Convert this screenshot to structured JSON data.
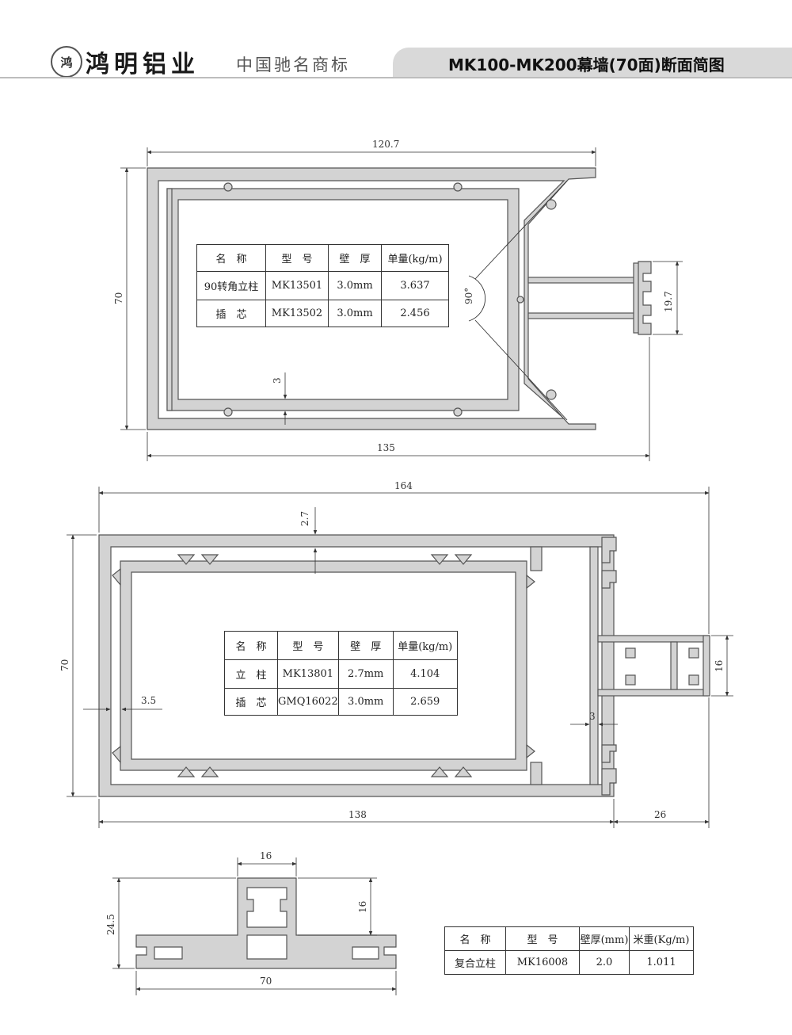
{
  "header": {
    "logo_glyph": "鸿",
    "brand_name": "鸿明铝业",
    "slogan": "中国驰名商标",
    "title": "MK100-MK200幕墙(70面)断面简图"
  },
  "colors": {
    "profile_fill": "#d3d3d3",
    "profile_stroke": "#555555",
    "dim_line": "#333333",
    "title_tab": "#d9d9d9"
  },
  "section1": {
    "dims": {
      "top_width": "120.7",
      "bottom_width": "135",
      "height": "70",
      "tongue_height": "19.7",
      "wall": "3",
      "angle": "90°"
    },
    "table": {
      "headers": [
        "名　称",
        "型　号",
        "壁　厚",
        "单量(kg/m)"
      ],
      "rows": [
        [
          "90转角立柱",
          "MK13501",
          "3.0mm",
          "3.637"
        ],
        [
          "插　芯",
          "MK13502",
          "3.0mm",
          "2.456"
        ]
      ]
    }
  },
  "section2": {
    "dims": {
      "top_width": "164",
      "bottom_width": "138",
      "tongue_width": "26",
      "height": "70",
      "tongue_height": "16",
      "wall_top": "2.7",
      "wall_left": "3.5",
      "wall_right": "3"
    },
    "table": {
      "headers": [
        "名　称",
        "型　号",
        "壁　厚",
        "单量(kg/m)"
      ],
      "rows": [
        [
          "立　柱",
          "MK13801",
          "2.7mm",
          "4.104"
        ],
        [
          "插　芯",
          "GMQ16022",
          "3.0mm",
          "2.659"
        ]
      ]
    }
  },
  "section3": {
    "dims": {
      "top_width": "16",
      "bottom_width": "70",
      "height": "24.5",
      "slot_height": "16"
    },
    "table": {
      "headers": [
        "名　称",
        "型　号",
        "壁厚(mm)",
        "米重(Kg/m)"
      ],
      "rows": [
        [
          "复合立柱",
          "MK16008",
          "2.0",
          "1.011"
        ]
      ]
    }
  }
}
